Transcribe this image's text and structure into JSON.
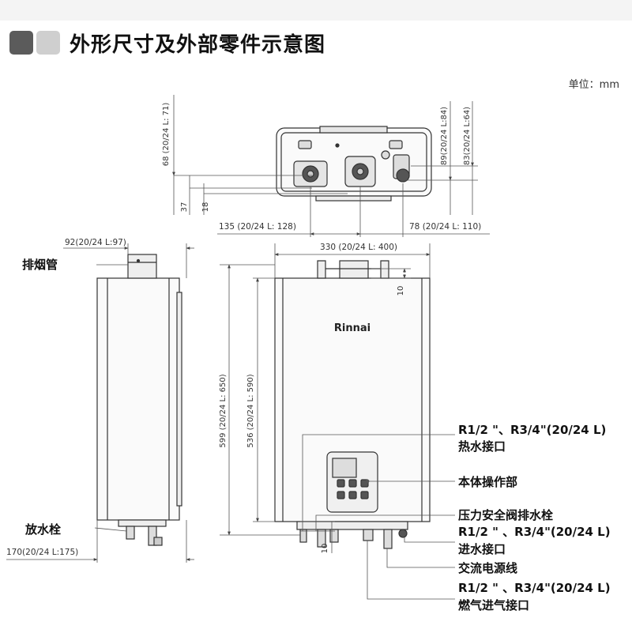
{
  "header": {
    "title": "外形尺寸及外部零件示意图",
    "unit": "单位：mm",
    "square_colors": [
      "#5b5b5b",
      "#cfcfcf"
    ]
  },
  "brand": "Rinnai",
  "dimensions": {
    "top_view": {
      "d68": "68 (20/24 L: 71)",
      "d37": "37",
      "d18": "18",
      "d89": "89(20/24 L:84)",
      "d83": "83(20/24 L:64)",
      "d135": "135 (20/24 L: 128)",
      "d78": "78 (20/24 L: 110)"
    },
    "side_view": {
      "d92": "92(20/24 L:97)",
      "d170": "170(20/24 L:175)"
    },
    "front_view": {
      "d330": "330 (20/24 L: 400)",
      "d10_top": "10",
      "d599": "599  (20/24 L:  650)",
      "d536": "536  (20/24 L:  590)",
      "d10_bottom": "10"
    }
  },
  "labels": {
    "flue": "排烟管",
    "drain": "放水栓",
    "hot_water": [
      "R1/2 \"、R3/4\"(20/24 L)",
      "热水接口"
    ],
    "control": "本体操作部",
    "relief": [
      "压力安全阀排水栓",
      "R1/2 \" 、R3/4\"(20/24 L)"
    ],
    "water_in": "进水接口",
    "power": "交流电源线",
    "gas": [
      "R1/2 \" 、R3/4\"(20/24 L)",
      "燃气进气接口"
    ]
  }
}
